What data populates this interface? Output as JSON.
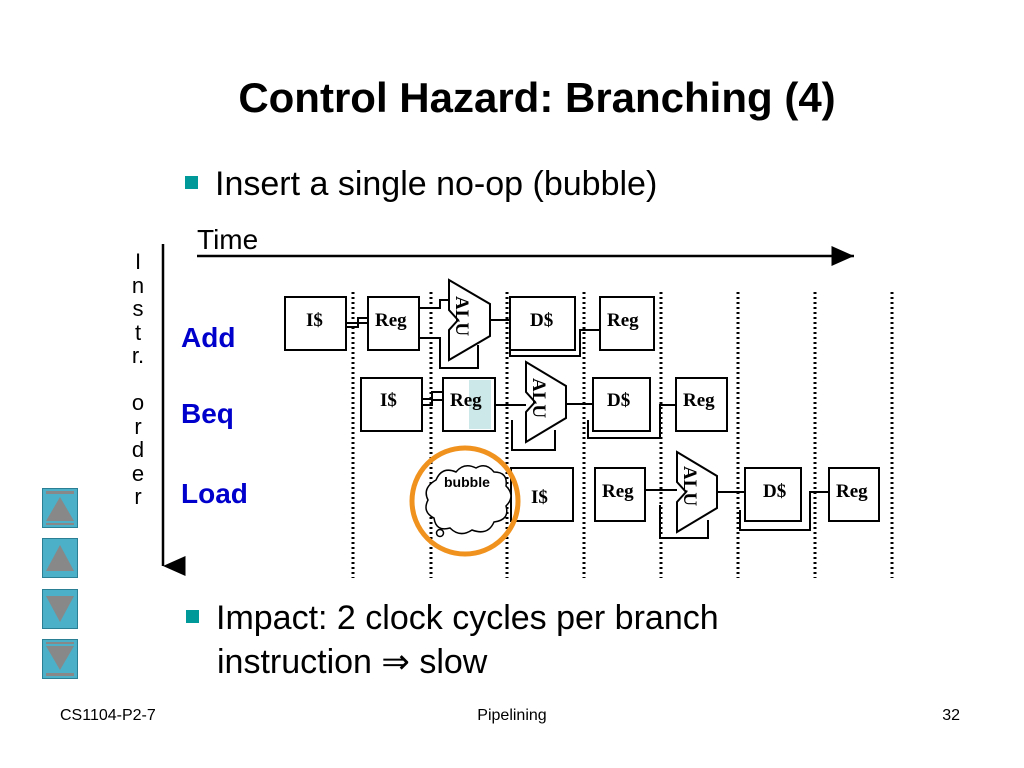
{
  "slide": {
    "title": "Control Hazard: Branching (4)",
    "bullet1": "Insert a single no-op (bubble)",
    "bullet2_line1": "Impact: 2 clock cycles per branch",
    "bullet2_line2": "instruction ⇒ slow"
  },
  "diagram": {
    "time_label": "Time",
    "instr_order_label": "I\nn\ns\nt\nr.\n\no\nr\nd\ne\nr",
    "rows": [
      {
        "name": "Add",
        "stages": [
          "I$",
          "Reg",
          "ALU",
          "D$",
          "Reg"
        ]
      },
      {
        "name": "Beq",
        "stages": [
          "I$",
          "Reg",
          "ALU",
          "D$",
          "Reg"
        ]
      },
      {
        "name": "Load",
        "stages": [
          "I$",
          "Reg",
          "ALU",
          "D$",
          "Reg"
        ]
      }
    ],
    "bubble_label": "bubble",
    "colors": {
      "row_label": "#0000cc",
      "bubble_circle": "#f0921e",
      "bullet": "#009999"
    }
  },
  "footer": {
    "left": "CS1104-P2-7",
    "center": "Pipelining",
    "right": "32"
  },
  "nav": [
    "first-slide-icon",
    "previous-slide-icon",
    "next-slide-icon",
    "last-slide-icon"
  ]
}
